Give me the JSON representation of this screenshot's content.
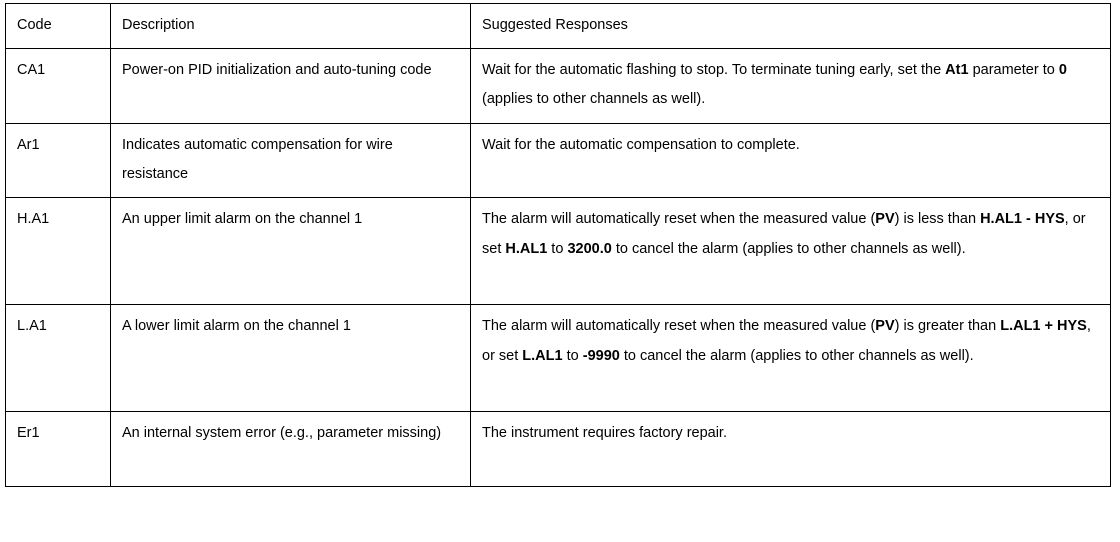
{
  "table": {
    "headers": {
      "code": "Code",
      "description": "Description",
      "responses": "Suggested Responses"
    },
    "rows": [
      {
        "code": "CA1",
        "description": "Power-on PID initialization and auto-tuning code",
        "response_parts": [
          {
            "text": "Wait for the automatic flashing to stop. To terminate tuning early, set the ",
            "bold": false
          },
          {
            "text": "At1",
            "bold": true
          },
          {
            "text": " parameter to ",
            "bold": false
          },
          {
            "text": "0",
            "bold": true
          },
          {
            "text": " (applies to other channels as well).",
            "bold": false
          }
        ]
      },
      {
        "code": "Ar1",
        "description": " Indicates automatic compensation for wire resistance",
        "response_parts": [
          {
            "text": "Wait for the automatic compensation to complete.",
            "bold": false
          }
        ]
      },
      {
        "code": "H.A1",
        "description": "An upper limit alarm on the channel 1",
        "response_parts": [
          {
            "text": "The alarm will automatically reset when the measured value (",
            "bold": false
          },
          {
            "text": "PV",
            "bold": true
          },
          {
            "text": ") is less than ",
            "bold": false
          },
          {
            "text": "H.AL1 - HYS",
            "bold": true
          },
          {
            "text": ", or set ",
            "bold": false
          },
          {
            "text": "H.AL1",
            "bold": true
          },
          {
            "text": " to ",
            "bold": false
          },
          {
            "text": "3200.0",
            "bold": true
          },
          {
            "text": " to cancel the alarm (applies to other channels as well).",
            "bold": false
          }
        ]
      },
      {
        "code": "L.A1",
        "description": "A lower limit alarm on the channel 1",
        "response_parts": [
          {
            "text": "The alarm will automatically reset when the measured value (",
            "bold": false
          },
          {
            "text": "PV",
            "bold": true
          },
          {
            "text": ") is greater than ",
            "bold": false
          },
          {
            "text": "L.AL1 + HYS",
            "bold": true
          },
          {
            "text": ", or set ",
            "bold": false
          },
          {
            "text": "L.AL1",
            "bold": true
          },
          {
            "text": " to ",
            "bold": false
          },
          {
            "text": "-9990",
            "bold": true
          },
          {
            "text": " to cancel the alarm (applies to other channels as well).",
            "bold": false
          }
        ]
      },
      {
        "code": "Er1",
        "description": "An internal system error (e.g., parameter missing)",
        "response_parts": [
          {
            "text": "The instrument requires factory repair.",
            "bold": false
          }
        ]
      }
    ]
  },
  "colors": {
    "border": "#000000",
    "text": "#000000",
    "background": "#ffffff"
  }
}
